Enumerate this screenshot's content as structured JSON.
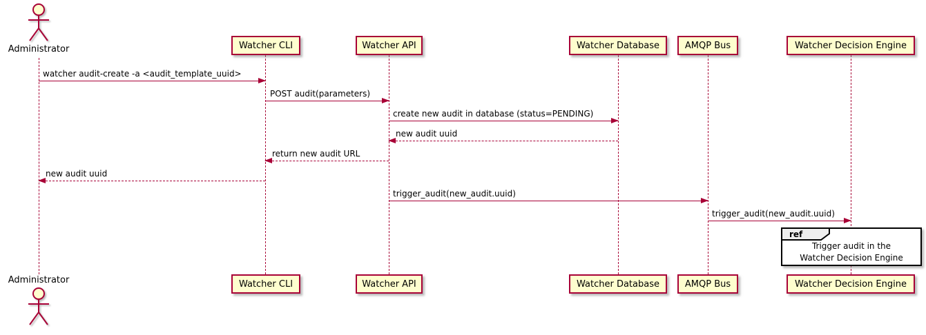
{
  "diagram": {
    "type": "sequence",
    "colors": {
      "participant_fill": "#FEFECE",
      "participant_border": "#A80036",
      "lifeline": "#A80036",
      "arrow": "#A80036",
      "text": "#000000",
      "ref_border": "#000000",
      "ref_header_fill": "#EEEEEE",
      "background": "#FFFFFF"
    },
    "actor": {
      "name": "Administrator"
    },
    "participants": [
      {
        "label": "Watcher CLI"
      },
      {
        "label": "Watcher API"
      },
      {
        "label": "Watcher Database"
      },
      {
        "label": "AMQP Bus"
      },
      {
        "label": "Watcher Decision Engine"
      }
    ],
    "messages": [
      {
        "label": "watcher audit-create -a <audit_template_uuid>",
        "from": "Administrator",
        "to": "Watcher CLI",
        "style": "solid"
      },
      {
        "label": "POST audit(parameters)",
        "from": "Watcher CLI",
        "to": "Watcher API",
        "style": "solid"
      },
      {
        "label": "create new audit in database (status=PENDING)",
        "from": "Watcher API",
        "to": "Watcher Database",
        "style": "solid"
      },
      {
        "label": "new audit uuid",
        "from": "Watcher Database",
        "to": "Watcher API",
        "style": "dashed"
      },
      {
        "label": "return new audit URL",
        "from": "Watcher API",
        "to": "Watcher CLI",
        "style": "dashed"
      },
      {
        "label": "new audit uuid",
        "from": "Watcher CLI",
        "to": "Administrator",
        "style": "dashed"
      },
      {
        "label": "trigger_audit(new_audit.uuid)",
        "from": "Watcher API",
        "to": "AMQP Bus",
        "style": "solid"
      },
      {
        "label": "trigger_audit(new_audit.uuid)",
        "from": "AMQP Bus",
        "to": "Watcher Decision Engine",
        "style": "solid"
      }
    ],
    "ref": {
      "keyword": "ref",
      "line1": "Trigger audit in the",
      "line2": "Watcher Decision Engine",
      "over": "Watcher Decision Engine"
    }
  }
}
